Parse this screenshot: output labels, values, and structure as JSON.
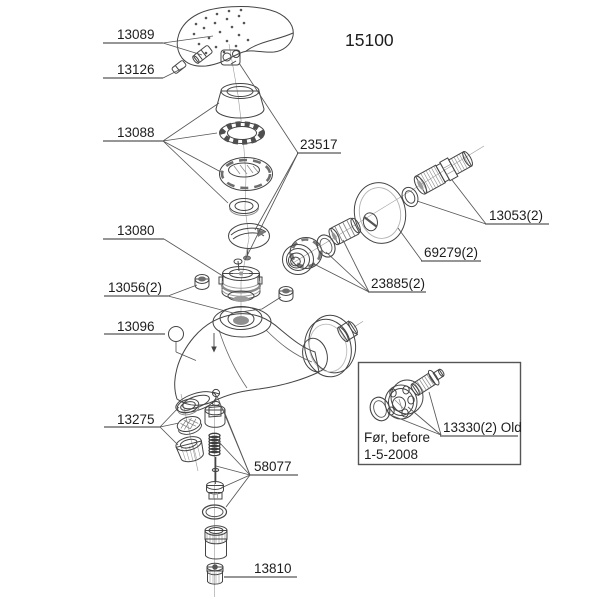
{
  "title": "15100",
  "parts_labels": {
    "p13089": "13089",
    "p13126": "13126",
    "p13088": "13088",
    "p23517": "23517",
    "p13080": "13080",
    "p13056": "13056(2)",
    "p13096": "13096",
    "p13275": "13275",
    "p58077": "58077",
    "p13810": "13810",
    "p13053": "13053(2)",
    "p69279": "69279(2)",
    "p23885": "23885(2)"
  },
  "inset": {
    "part_label": "13330(2) Old",
    "note_line1": "Før, before",
    "note_line2": "1-5-2008"
  },
  "colors": {
    "background": "#ffffff",
    "line": "#444444",
    "text": "#1d1d1d",
    "shade_light": "#d8d8d8",
    "shade_mid": "#b8b8b8",
    "shade_dark": "#8f8f8f"
  }
}
